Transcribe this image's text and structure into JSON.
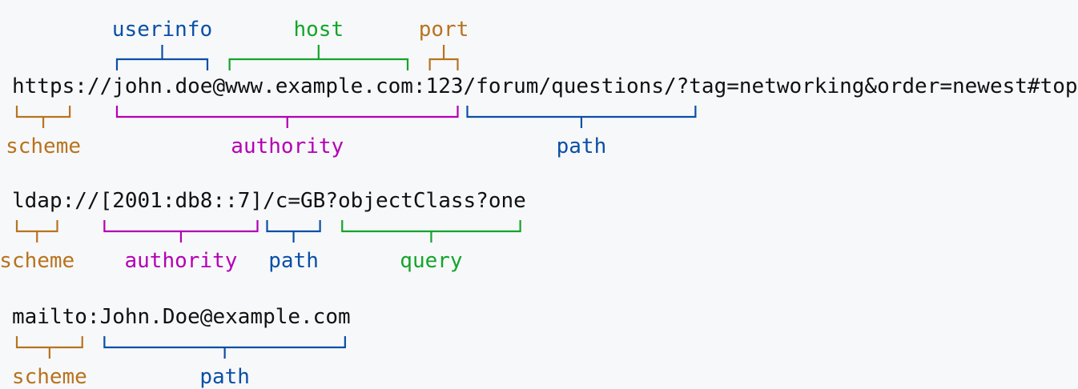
{
  "colors": {
    "orange": "#b8731e",
    "blue": "#0a4fa6",
    "green": "#12a52a",
    "magenta": "#b400b4",
    "text": "#111111",
    "background": "#f7f8fa"
  },
  "examples": [
    {
      "uri": "https://john.doe@www.example.com:123/forum/questions/?tag=networking&order=newest#top",
      "parts": [
        {
          "label": "userinfo",
          "start": 8,
          "end": 16,
          "color": "blue",
          "side": "top"
        },
        {
          "label": "host",
          "start": 17,
          "end": 32,
          "color": "green",
          "side": "top"
        },
        {
          "label": "port",
          "start": 33,
          "end": 36,
          "color": "orange",
          "side": "top"
        },
        {
          "label": "scheme",
          "start": 0,
          "end": 5,
          "color": "orange",
          "side": "bottom"
        },
        {
          "label": "authority",
          "start": 8,
          "end": 36,
          "color": "magenta",
          "side": "bottom"
        },
        {
          "label": "path",
          "start": 36,
          "end": 55,
          "color": "blue",
          "side": "bottom"
        }
      ]
    },
    {
      "uri": "ldap://[2001:db8::7]/c=GB?objectClass?one",
      "parts": [
        {
          "label": "scheme",
          "start": 0,
          "end": 4,
          "color": "orange",
          "side": "bottom"
        },
        {
          "label": "authority",
          "start": 7,
          "end": 20,
          "color": "magenta",
          "side": "bottom"
        },
        {
          "label": "path",
          "start": 20,
          "end": 25,
          "color": "blue",
          "side": "bottom"
        },
        {
          "label": "query",
          "start": 26,
          "end": 41,
          "color": "green",
          "side": "bottom"
        }
      ]
    },
    {
      "uri": "mailto:John.Doe@example.com",
      "parts": [
        {
          "label": "scheme",
          "start": 0,
          "end": 6,
          "color": "orange",
          "side": "bottom"
        },
        {
          "label": "path",
          "start": 7,
          "end": 27,
          "color": "blue",
          "side": "bottom"
        }
      ]
    }
  ]
}
